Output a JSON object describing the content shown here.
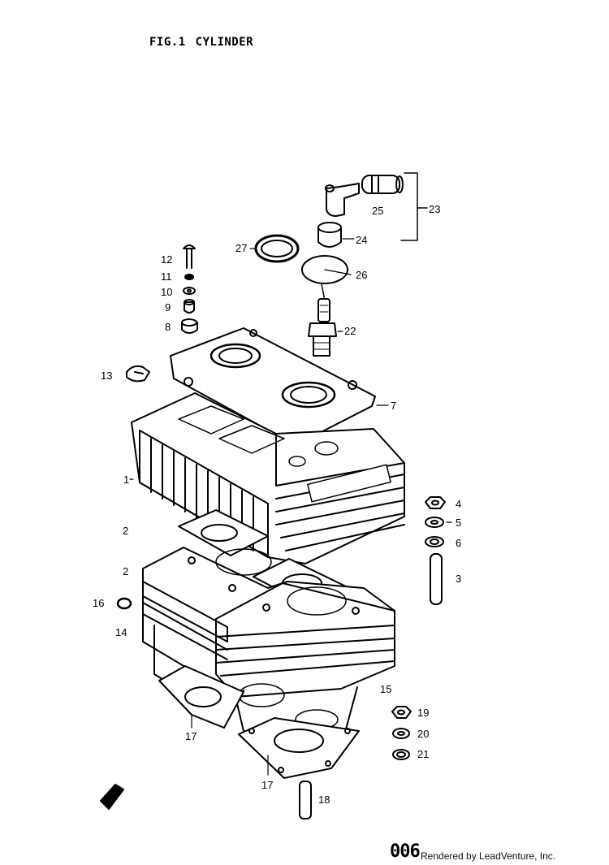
{
  "figure": {
    "number": "FIG.1",
    "title": "CYLINDER"
  },
  "callouts": [
    {
      "id": "25",
      "text": "25"
    },
    {
      "id": "23",
      "text": "23"
    },
    {
      "id": "24",
      "text": "24"
    },
    {
      "id": "27",
      "text": "27"
    },
    {
      "id": "26",
      "text": "26"
    },
    {
      "id": "12",
      "text": "12"
    },
    {
      "id": "11",
      "text": "11"
    },
    {
      "id": "10",
      "text": "10"
    },
    {
      "id": "9",
      "text": "9"
    },
    {
      "id": "8",
      "text": "8"
    },
    {
      "id": "22",
      "text": "22"
    },
    {
      "id": "13",
      "text": "13"
    },
    {
      "id": "7",
      "text": "7"
    },
    {
      "id": "1",
      "text": "1"
    },
    {
      "id": "2a",
      "text": "2"
    },
    {
      "id": "2b",
      "text": "2"
    },
    {
      "id": "4",
      "text": "4"
    },
    {
      "id": "5",
      "text": "5"
    },
    {
      "id": "6",
      "text": "6"
    },
    {
      "id": "3",
      "text": "3"
    },
    {
      "id": "16",
      "text": "16"
    },
    {
      "id": "14",
      "text": "14"
    },
    {
      "id": "15",
      "text": "15"
    },
    {
      "id": "19",
      "text": "19"
    },
    {
      "id": "20",
      "text": "20"
    },
    {
      "id": "21",
      "text": "21"
    },
    {
      "id": "17a",
      "text": "17"
    },
    {
      "id": "17b",
      "text": "17"
    },
    {
      "id": "18",
      "text": "18"
    }
  ],
  "footer": {
    "page_number": "006",
    "credit": "Rendered by LeadVenture, Inc."
  }
}
